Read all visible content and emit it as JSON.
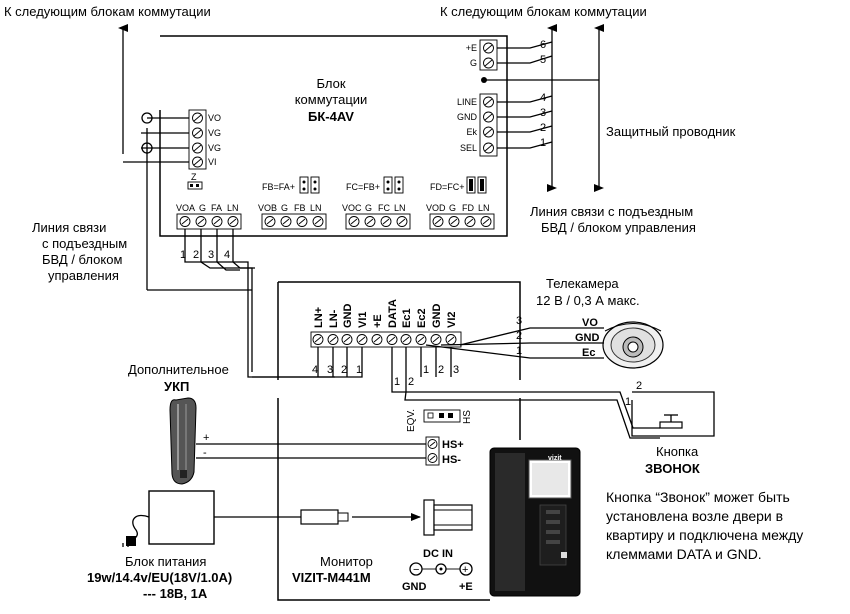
{
  "top_labels": {
    "left": "К следующим блокам коммутации",
    "right": "К следующим блокам коммутации"
  },
  "switch_block": {
    "title_line1": "Блок",
    "title_line2": "коммутации",
    "model": "БК-4AV",
    "left_terminals": [
      "VO",
      "VG",
      "VG",
      "VI"
    ],
    "z_label": "Z",
    "right_terminals_top": [
      "+E",
      "G"
    ],
    "right_terminals_bottom": [
      "LINE",
      "GND",
      "Ek",
      "SEL"
    ],
    "jumpers": [
      "FB=FA+",
      "FC=FB+",
      "FD=FC+"
    ],
    "channel_groups": [
      [
        "VOA",
        "G",
        "FA",
        "LN"
      ],
      [
        "VOB",
        "G",
        "FB",
        "LN"
      ],
      [
        "VOC",
        "G",
        "FC",
        "LN"
      ],
      [
        "VOD",
        "G",
        "FD",
        "LN"
      ]
    ],
    "channel_wire_numbers": [
      "1",
      "2",
      "3",
      "4"
    ],
    "right_wire_numbers": [
      "6",
      "5",
      "4",
      "3",
      "2",
      "1"
    ]
  },
  "protective_conductor": "Защитный  проводник",
  "line_left": {
    "line1": "Линия связи",
    "line2": "с подъездным",
    "line3": "БВД / блоком",
    "line4": "управления"
  },
  "line_right": {
    "line1": "Линия связи с подъездным",
    "line2": "БВД / блоком управления"
  },
  "camera": {
    "title": "Телекамера",
    "spec": "12 В / 0,3 А макс.",
    "pins": [
      "VO",
      "GND",
      "Ec"
    ],
    "wire_numbers": [
      "3",
      "2",
      "1"
    ]
  },
  "monitor": {
    "terminals": [
      "LN+",
      "LN-",
      "GND",
      "VI1",
      "+E",
      "DATA",
      "Ec1",
      "Ec2",
      "GND",
      "VI2"
    ],
    "left_wire_numbers": [
      "4",
      "3",
      "2",
      "1"
    ],
    "right_wire_numbers": [
      "1",
      "2",
      "1",
      "2",
      "3"
    ],
    "eqv_label": "EQV.",
    "hs_label": "HS",
    "hs_plus": "HS+",
    "hs_minus": "HS-",
    "dc_in": "DC IN",
    "gnd": "GND",
    "plus_e": "+E",
    "name": "Монитор",
    "model": "VIZIT-M441M",
    "brand": "vizit"
  },
  "handset": {
    "line1": "Дополнительное",
    "line2": "УКП",
    "plus": "+",
    "minus": "-"
  },
  "button": {
    "line1": "Кнопка",
    "line2": "ЗВОНОК",
    "wire_numbers": [
      "2",
      "1"
    ]
  },
  "button_note": {
    "line1": "Кнопка “Звонок” может быть",
    "line2": "установлена возле двери в",
    "line3": "квартиру и подключена между",
    "line4": "клеммами DATA и GND."
  },
  "power": {
    "line1": "Блок питания",
    "line2": "19w/14.4v/EU(18V/1.0A)",
    "line3": "--- 18В, 1А"
  }
}
